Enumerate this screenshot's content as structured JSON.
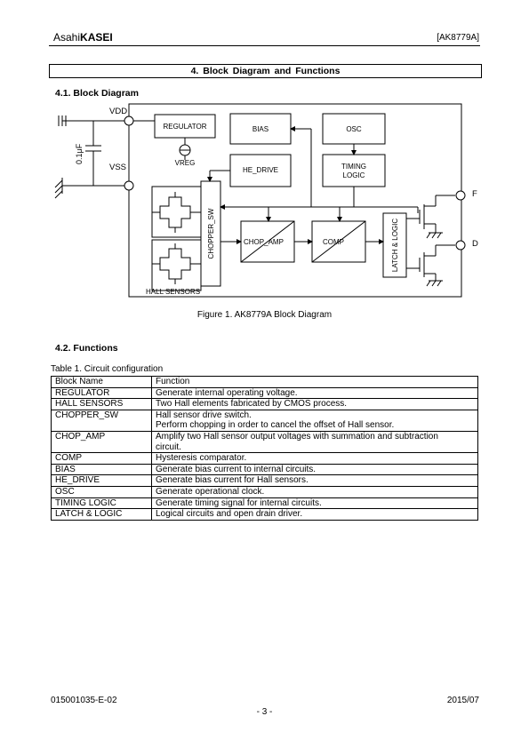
{
  "header": {
    "logo_light": "Asahi",
    "logo_bold": "KASEI",
    "doc_id": "[AK8779A]"
  },
  "section": {
    "title": "4.   Block Diagram and Functions"
  },
  "block_diagram": {
    "heading": "4.1. Block  Diagram",
    "labels": {
      "vdd": "VDD",
      "vss": "VSS",
      "cap": "0.1μF",
      "regulator": "REGULATOR",
      "vreg": "VREG",
      "bias": "BIAS",
      "osc": "OSC",
      "he_drive": "HE_DRIVE",
      "timing1": "TIMING",
      "timing2": "LOGIC",
      "chopper_sw": "CHOPPER_SW",
      "chop_amp": "CHOP_AMP",
      "comp": "COMP",
      "latch_logic": "LATCH & LOGIC",
      "hall_sensors": "HALL SENSORS",
      "pin_f": "F",
      "pin_d": "D"
    },
    "caption": "Figure 1. AK8779A Block Diagram"
  },
  "functions": {
    "heading": "4.2. Functions",
    "table_caption": "Table 1. Circuit configuration",
    "columns": [
      "Block Name",
      "Function"
    ],
    "rows": [
      {
        "name": "REGULATOR",
        "function": [
          "Generate internal operating voltage."
        ]
      },
      {
        "name": "HALL SENSORS",
        "function": [
          "Two Hall elements fabricated by CMOS process."
        ]
      },
      {
        "name": "CHOPPER_SW",
        "function": [
          "Hall sensor drive switch.",
          "Perform chopping in order to cancel the offset of Hall sensor."
        ]
      },
      {
        "name": "CHOP_AMP",
        "function": [
          "Amplify two Hall sensor output voltages with summation and subtraction",
          "circuit."
        ]
      },
      {
        "name": "COMP",
        "function": [
          "Hysteresis comparator."
        ]
      },
      {
        "name": "BIAS",
        "function": [
          "Generate bias current to internal circuits."
        ]
      },
      {
        "name": "HE_DRIVE",
        "function": [
          "Generate bias current for Hall sensors."
        ]
      },
      {
        "name": "OSC",
        "function": [
          "Generate operational clock."
        ]
      },
      {
        "name": "TIMING LOGIC",
        "function": [
          "Generate timing signal for internal circuits."
        ]
      },
      {
        "name": "LATCH & LOGIC",
        "function": [
          "Logical circuits and open drain driver."
        ]
      }
    ]
  },
  "footer": {
    "doc_number": "015001035-E-02",
    "page": "- 3 -",
    "date": "2015/07"
  }
}
